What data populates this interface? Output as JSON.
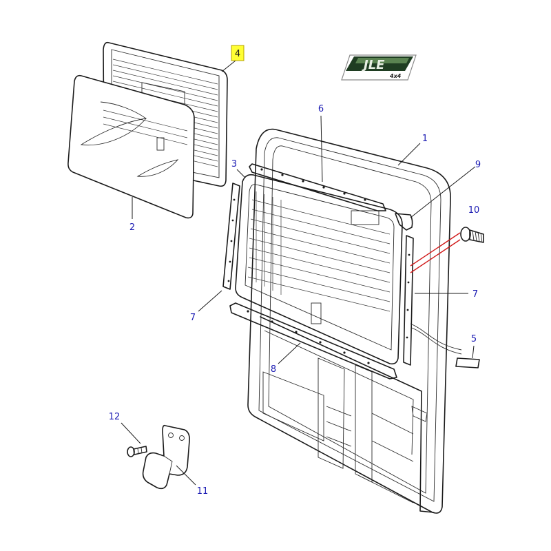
{
  "logo": {
    "text": "JLE",
    "subtext": "4x4",
    "colors": {
      "dark": "#1f3d22",
      "light": "#6f9b62",
      "border": "#8a8a8a"
    }
  },
  "callout_color": "#1b1bb3",
  "highlight_color": "#ffff33",
  "red_leader_color": "#d01818",
  "callouts": [
    {
      "id": "c4",
      "label": "4",
      "highlighted": true
    },
    {
      "id": "c6",
      "label": "6"
    },
    {
      "id": "c1",
      "label": "1"
    },
    {
      "id": "c3",
      "label": "3"
    },
    {
      "id": "c9",
      "label": "9"
    },
    {
      "id": "c2",
      "label": "2"
    },
    {
      "id": "c10",
      "label": "10"
    },
    {
      "id": "c7a",
      "label": "7"
    },
    {
      "id": "c7b",
      "label": "7"
    },
    {
      "id": "c5",
      "label": "5"
    },
    {
      "id": "c8",
      "label": "8"
    },
    {
      "id": "c12",
      "label": "12"
    },
    {
      "id": "c11",
      "label": "11"
    }
  ]
}
